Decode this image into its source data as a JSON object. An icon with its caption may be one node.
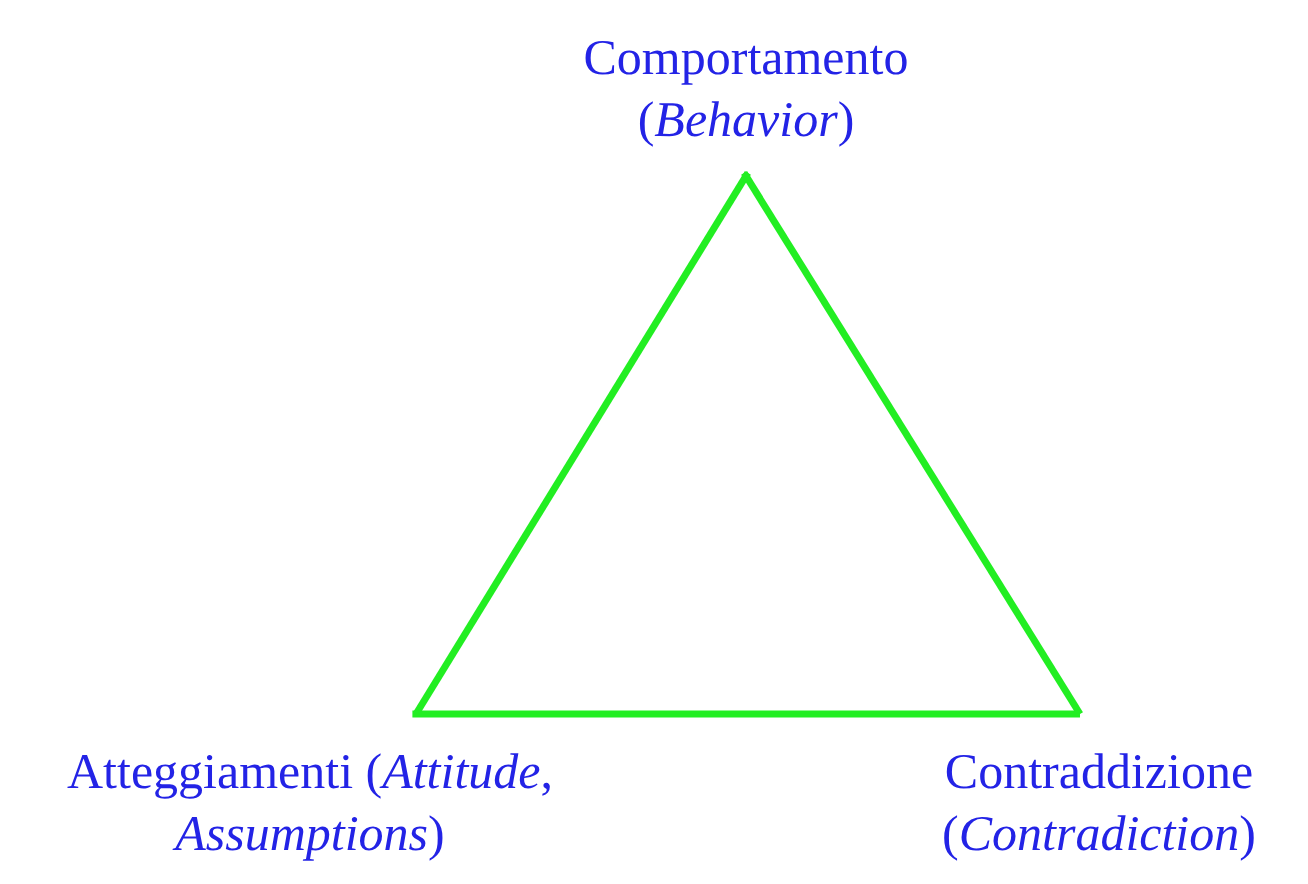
{
  "diagram": {
    "nodes": [
      {
        "text": [
          "Comportamento (*Behavior*)"
        ]
      },
      {
        "text": [
          "Atteggiamenti (*Attitude*, *Assumptions*)"
        ]
      },
      {
        "text": [
          "Contraddizione (*Contradiction*)"
        ]
      }
    ],
    "edges": [
      {
        "from": 0,
        "to": 1,
        "arrow": "none"
      },
      {
        "from": 0,
        "to": 2,
        "arrow": "none"
      },
      {
        "from": 1,
        "to": 2,
        "arrow": "none"
      }
    ]
  }
}
